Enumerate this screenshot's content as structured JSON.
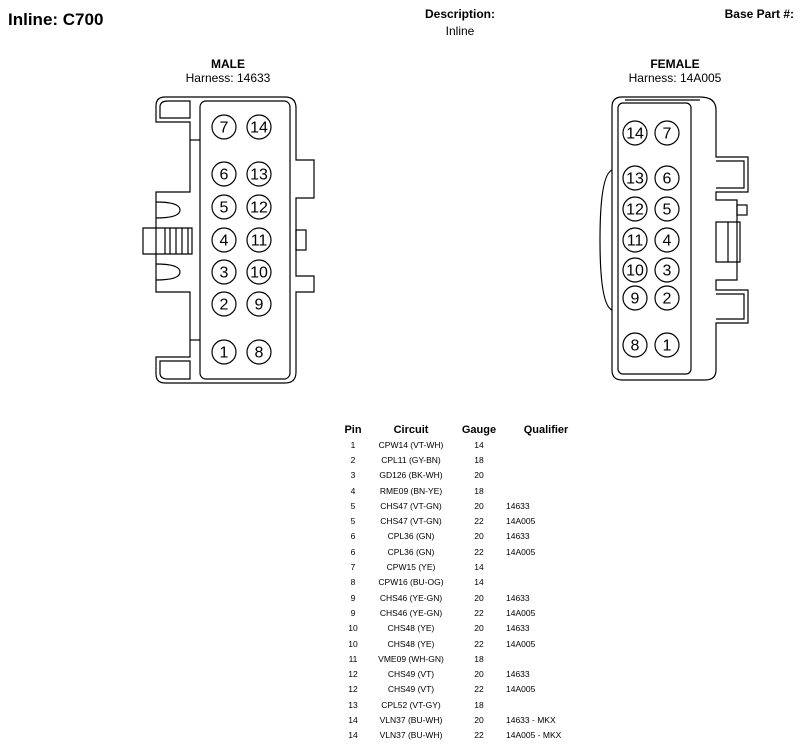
{
  "header": {
    "title": "Inline: C700",
    "description_label": "Description:",
    "description_value": "Inline",
    "base_part_label": "Base Part #:"
  },
  "male": {
    "heading": "MALE",
    "harness": "Harness: 14633",
    "pins_left": [
      "7",
      "6",
      "5",
      "4",
      "3",
      "2",
      "1"
    ],
    "pins_right": [
      "14",
      "13",
      "12",
      "11",
      "10",
      "9",
      "8"
    ]
  },
  "female": {
    "heading": "FEMALE",
    "harness": "Harness: 14A005",
    "pins_left": [
      "14",
      "13",
      "12",
      "11",
      "10",
      "9",
      "8"
    ],
    "pins_right": [
      "7",
      "6",
      "5",
      "4",
      "3",
      "2",
      "1"
    ]
  },
  "table": {
    "headers": [
      "Pin",
      "Circuit",
      "Gauge",
      "Qualifier"
    ],
    "rows": [
      [
        "1",
        "CPW14 (VT-WH)",
        "14",
        ""
      ],
      [
        "2",
        "CPL11 (GY-BN)",
        "18",
        ""
      ],
      [
        "3",
        "GD126 (BK-WH)",
        "20",
        ""
      ],
      [
        "4",
        "RME09 (BN-YE)",
        "18",
        ""
      ],
      [
        "5",
        "CHS47 (VT-GN)",
        "20",
        "14633"
      ],
      [
        "5",
        "CHS47 (VT-GN)",
        "22",
        "14A005"
      ],
      [
        "6",
        "CPL36 (GN)",
        "20",
        "14633"
      ],
      [
        "6",
        "CPL36 (GN)",
        "22",
        "14A005"
      ],
      [
        "7",
        "CPW15 (YE)",
        "14",
        ""
      ],
      [
        "8",
        "CPW16 (BU-OG)",
        "14",
        ""
      ],
      [
        "9",
        "CHS46 (YE-GN)",
        "20",
        "14633"
      ],
      [
        "9",
        "CHS46 (YE-GN)",
        "22",
        "14A005"
      ],
      [
        "10",
        "CHS48 (YE)",
        "20",
        "14633"
      ],
      [
        "10",
        "CHS48 (YE)",
        "22",
        "14A005"
      ],
      [
        "11",
        "VME09 (WH-GN)",
        "18",
        ""
      ],
      [
        "12",
        "CHS49 (VT)",
        "20",
        "14633"
      ],
      [
        "12",
        "CHS49 (VT)",
        "22",
        "14A005"
      ],
      [
        "13",
        "CPL52 (VT-GY)",
        "18",
        ""
      ],
      [
        "14",
        "VLN37 (BU-WH)",
        "20",
        "14633 - MKX"
      ],
      [
        "14",
        "VLN37 (BU-WH)",
        "22",
        "14A005 - MKX"
      ]
    ]
  }
}
